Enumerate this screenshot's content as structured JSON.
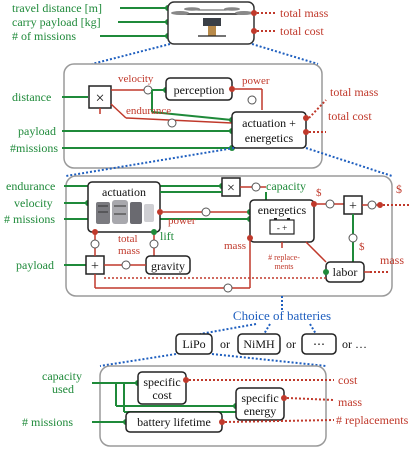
{
  "colors": {
    "input_green": "#1f8a3a",
    "output_red": "#c0392b",
    "zoom_blue": "#1f5fbf",
    "panel_border": "#9a9a9a"
  },
  "top": {
    "inputs": [
      "travel distance [m]",
      "carry payload [kg]",
      "# of missions"
    ],
    "outputs": [
      "total mass",
      "total cost"
    ],
    "drone_icon": "drone-image"
  },
  "level1": {
    "inputs": [
      "distance",
      "payload",
      "#missions"
    ],
    "internal": [
      "velocity",
      "endurance",
      "power"
    ],
    "blocks": {
      "perception": "perception",
      "actuation_l1": "actuation +",
      "actuation_l2": "energetics"
    },
    "outputs": [
      "total mass",
      "total cost"
    ],
    "multiply_symbol": "×"
  },
  "level2": {
    "inputs": [
      "endurance",
      "velocity",
      "# missions",
      "payload"
    ],
    "blocks": {
      "actuation": "actuation",
      "energetics": "energetics",
      "gravity": "gravity",
      "labor": "labor"
    },
    "labels": {
      "capacity": "capacity",
      "power": "power",
      "lift": "lift",
      "total_mass_l1": "total",
      "total_mass_l2": "mass",
      "mass": "mass",
      "dollar_a": "$",
      "dollar_b": "$",
      "dollar_out": "$",
      "mass_out": "mass",
      "replacements_l1": "# replace-",
      "replacements_l2": "ments",
      "battery_symbol": "- +"
    },
    "symbols": {
      "times": "×",
      "plus": "+"
    }
  },
  "battery_choice": {
    "title": "Choice of batteries",
    "options": [
      "LiPo",
      "NiMH",
      "⋯"
    ],
    "separators": [
      "or",
      "or",
      "or …"
    ]
  },
  "level3": {
    "inputs_l1": "capacity",
    "inputs_l2": "used",
    "input_missions": "# missions",
    "blocks": {
      "specific_cost_l1": "specific",
      "specific_cost_l2": "cost",
      "specific_energy_l1": "specific",
      "specific_energy_l2": "energy",
      "battery_lifetime": "battery lifetime"
    },
    "outputs": [
      "cost",
      "mass",
      "# replacements"
    ]
  }
}
